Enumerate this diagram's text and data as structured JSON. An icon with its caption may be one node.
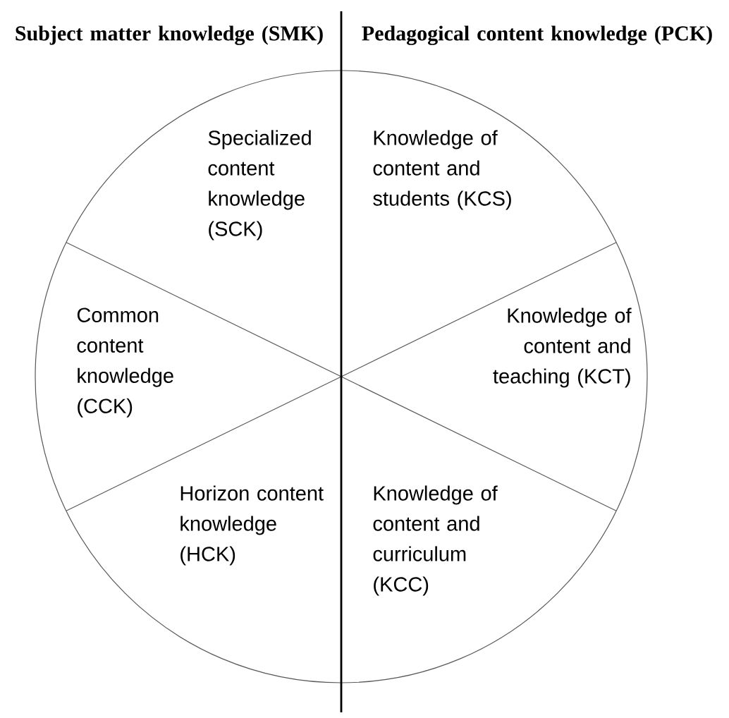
{
  "diagram": {
    "nodes": [
      {
        "text": [
          "Specialized content knowledge (SCK)"
        ]
      },
      {
        "text": [
          "Knowledge of content and students (KCS)"
        ]
      },
      {
        "text": [
          "Common content knowledge (CCK)"
        ]
      },
      {
        "text": [
          "Knowledge of content and teaching (KCT)"
        ]
      },
      {
        "text": [
          "Horizon content knowledge (HCK)"
        ]
      },
      {
        "text": [
          "Knowledge of content and curriculum (KCC)"
        ]
      }
    ],
    "labels": [
      "Subject matter knowledge (SMK)",
      "Pedagogical content knowledge (PCK)"
    ]
  }
}
